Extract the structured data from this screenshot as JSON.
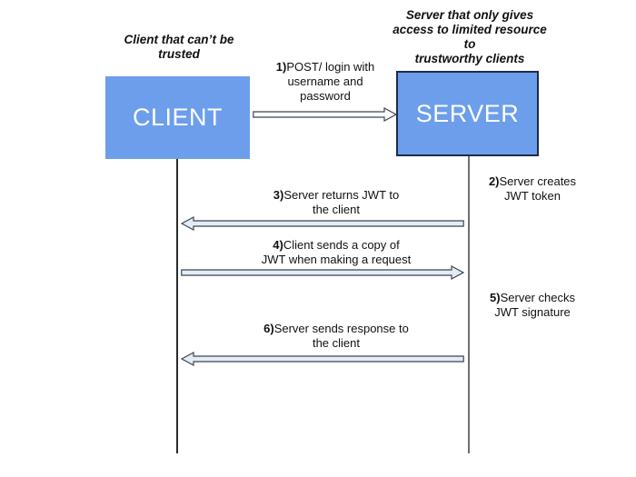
{
  "colors": {
    "box_fill": "#6d9eeb",
    "box_label": "#ffffff",
    "server_border": "#1e2c48",
    "text": "#111111",
    "arrow_outline": "#3f4651",
    "arrow_fill_light": "#e3ecf5",
    "arrow_fill_white": "#f9fbfd",
    "lifeline_left": "#2a2a2a",
    "lifeline_right": "#6e6e6e"
  },
  "actors": {
    "client": {
      "caption": [
        "Client that can’t be",
        "trusted"
      ],
      "label": "CLIENT"
    },
    "server": {
      "caption": [
        "Server that only gives",
        "access to limited resource",
        "to",
        "trustworthy clients"
      ],
      "label": "SERVER"
    }
  },
  "messages": [
    {
      "num": "1)",
      "lines": [
        "POST/ login with",
        "username and",
        "password"
      ],
      "direction": "right"
    },
    {
      "num": "2)",
      "lines": [
        "Server creates",
        "JWT token"
      ],
      "direction": "none"
    },
    {
      "num": "3)",
      "lines": [
        "Server returns JWT to",
        "the client"
      ],
      "direction": "left"
    },
    {
      "num": "4)",
      "lines": [
        "Client sends a copy of",
        "JWT when making a request"
      ],
      "direction": "right"
    },
    {
      "num": "5)",
      "lines": [
        "Server checks",
        "JWT signature"
      ],
      "direction": "none"
    },
    {
      "num": "6)",
      "lines": [
        "Server sends response to",
        "the client"
      ],
      "direction": "left"
    }
  ]
}
